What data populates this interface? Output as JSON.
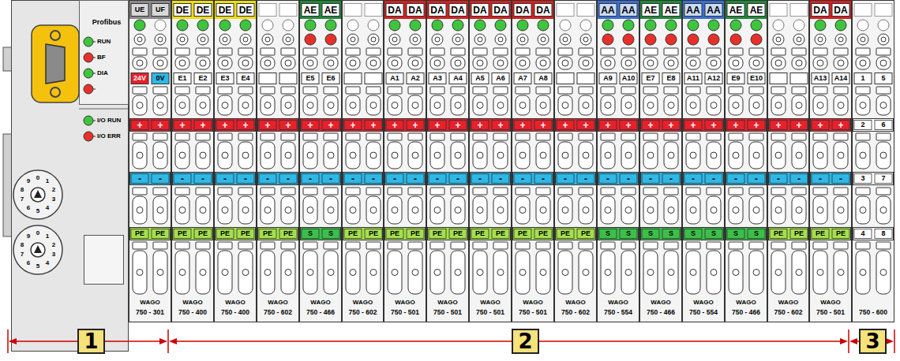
{
  "diagram": {
    "nodes": [
      {
        "text": [
          "1"
        ]
      },
      {
        "text": [
          "2"
        ]
      },
      {
        "text": [
          "3"
        ]
      }
    ],
    "labels": [
      "Profibus",
      "RUN",
      "BF",
      "DIA",
      "I/O RUN",
      "I/O ERR",
      "0",
      "1",
      "2",
      "3",
      "4",
      "5",
      "6",
      "7",
      "8",
      "9",
      "0",
      "1",
      "2",
      "3",
      "4",
      "5",
      "6",
      "7",
      "8",
      "9",
      "UE",
      "UF",
      "24V",
      "0V",
      "+",
      "+",
      "-",
      "-",
      "PE",
      "PE",
      "WAGO",
      "750 - 301",
      "DE",
      "DE",
      "E1",
      "E2",
      "+",
      "+",
      "-",
      "-",
      "PE",
      "PE",
      "WAGO",
      "750 - 400",
      "DE",
      "DE",
      "E3",
      "E4",
      "+",
      "+",
      "-",
      "-",
      "PE",
      "PE",
      "WAGO",
      "750 - 400",
      "+",
      "+",
      "-",
      "-",
      "PE",
      "PE",
      "WAGO",
      "750 - 602",
      "AE",
      "AE",
      "E5",
      "E6",
      "+",
      "+",
      "-",
      "-",
      "S",
      "S",
      "WAGO",
      "750 - 466",
      "+",
      "+",
      "-",
      "-",
      "PE",
      "PE",
      "WAGO",
      "750 - 602",
      "DA",
      "DA",
      "A1",
      "A2",
      "+",
      "+",
      "-",
      "-",
      "PE",
      "PE",
      "WAGO",
      "750 - 501",
      "DA",
      "DA",
      "A3",
      "A4",
      "+",
      "+",
      "-",
      "-",
      "PE",
      "PE",
      "WAGO",
      "750 - 501",
      "DA",
      "DA",
      "A5",
      "A6",
      "+",
      "+",
      "-",
      "-",
      "PE",
      "PE",
      "WAGO",
      "750 - 501",
      "DA",
      "DA",
      "A7",
      "A8",
      "+",
      "+",
      "-",
      "-",
      "PE",
      "PE",
      "WAGO",
      "750 - 501",
      "+",
      "+",
      "-",
      "-",
      "PE",
      "PE",
      "WAGO",
      "750 - 602",
      "AA",
      "AA",
      "A9",
      "A10",
      "+",
      "+",
      "-",
      "-",
      "S",
      "S",
      "WAGO",
      "750 - 554",
      "AE",
      "AE",
      "E7",
      "E8",
      "+",
      "+",
      "-",
      "-",
      "S",
      "S",
      "WAGO",
      "750 - 466",
      "AA",
      "AA",
      "A11",
      "A12",
      "+",
      "+",
      "-",
      "-",
      "S",
      "S",
      "WAGO",
      "750 - 554",
      "AE",
      "AE",
      "E9",
      "E10",
      "+",
      "+",
      "-",
      "-",
      "S",
      "S",
      "WAGO",
      "750 - 466",
      "+",
      "+",
      "-",
      "-",
      "PE",
      "PE",
      "WAGO",
      "750 - 602",
      "DA",
      "DA",
      "A13",
      "A14",
      "+",
      "+",
      "-",
      "-",
      "PE",
      "PE",
      "WAGO",
      "750 - 501",
      "1",
      "5",
      "2",
      "6",
      "3",
      "7",
      "4",
      "8",
      "750 - 600"
    ]
  }
}
